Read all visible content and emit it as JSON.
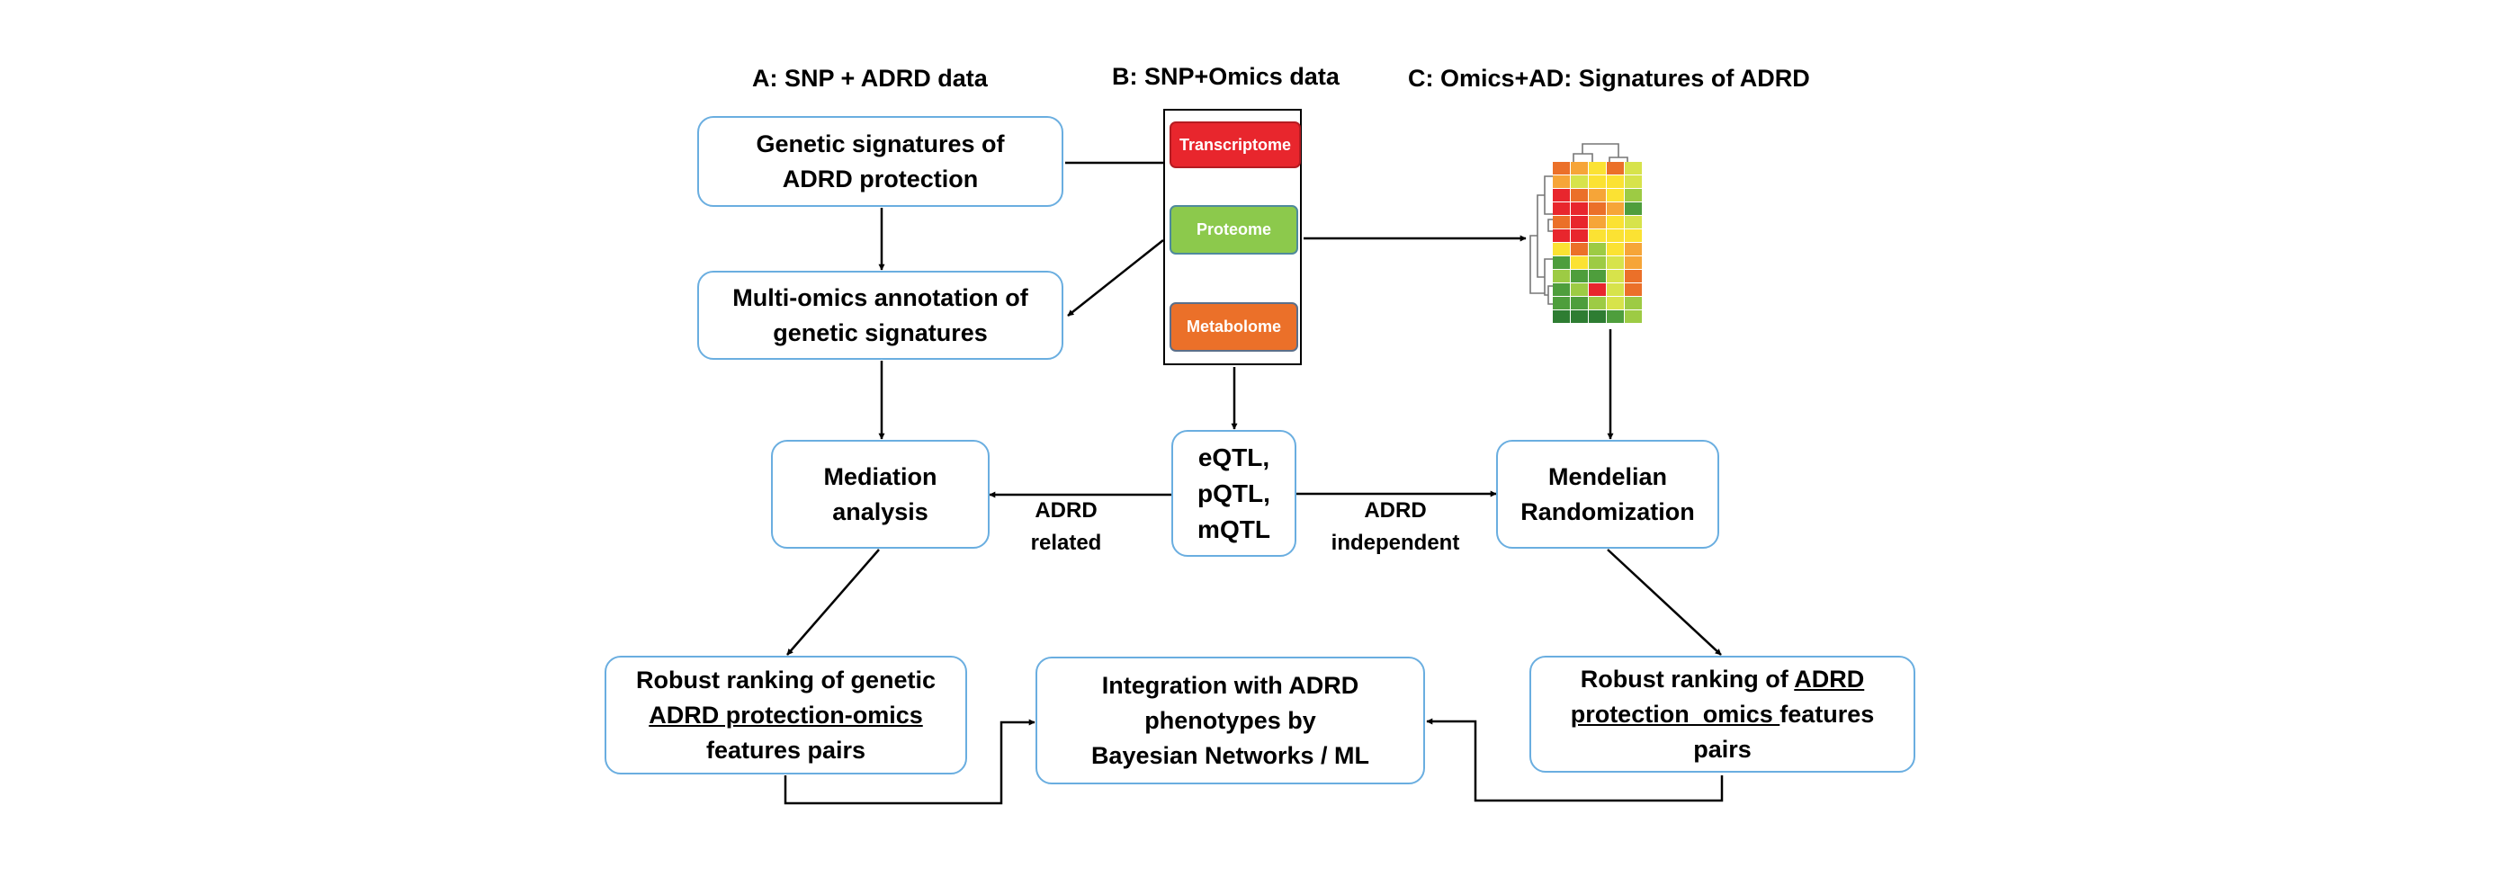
{
  "headers": {
    "a": "A: SNP + ADRD data",
    "b": "B: SNP+Omics data",
    "c": "C: Omics+AD: Signatures of ADRD"
  },
  "boxes": {
    "genetic_signatures": [
      "Genetic signatures of",
      "ADRD protection"
    ],
    "multi_omics": [
      "Multi-omics annotation of",
      "genetic signatures"
    ],
    "mediation": [
      "Mediation",
      "analysis"
    ],
    "qtl": [
      "eQTL,",
      "pQTL,",
      "mQTL"
    ],
    "mendelian": [
      "Mendelian",
      "Randomization"
    ],
    "ranking_genetic": {
      "line1": "Robust ranking of genetic",
      "line2": "ADRD protection-omics",
      "line3": "features pairs"
    },
    "integration": [
      "Integration with ADRD",
      "phenotypes by",
      "Bayesian Networks / ML"
    ],
    "ranking_omics": {
      "line1_plain": "Robust ranking of ",
      "line1_underlined": "ADRD",
      "line2_underlined": "protection  omics ",
      "line2_plain": "features",
      "line3": "pairs"
    }
  },
  "omics_layers": {
    "transcriptome": "Transcriptome",
    "proteome": "Proteome",
    "metabolome": "Metabolome"
  },
  "edge_labels": {
    "related": [
      "ADRD",
      "related"
    ],
    "independent": [
      "ADRD",
      "independent"
    ]
  },
  "colors": {
    "box_border": "#6aaee0",
    "transcriptome": "#e8262d",
    "proteome": "#8cc94c",
    "metabolome": "#eb7029",
    "heatmap_palette": [
      "#e8262d",
      "#eb7029",
      "#f6a538",
      "#fbe233",
      "#d7e34b",
      "#9dcb44",
      "#4e9e3c",
      "#2e7d32"
    ]
  },
  "heatmap": {
    "rows": 12,
    "cols": 5,
    "cells": [
      [
        1,
        2,
        3,
        1,
        4
      ],
      [
        2,
        4,
        3,
        3,
        4
      ],
      [
        0,
        1,
        2,
        3,
        5
      ],
      [
        0,
        0,
        1,
        2,
        6
      ],
      [
        1,
        0,
        2,
        3,
        4
      ],
      [
        0,
        0,
        3,
        3,
        3
      ],
      [
        3,
        1,
        5,
        3,
        2
      ],
      [
        6,
        3,
        5,
        4,
        2
      ],
      [
        5,
        6,
        6,
        4,
        1
      ],
      [
        6,
        5,
        0,
        4,
        1
      ],
      [
        6,
        6,
        5,
        4,
        5
      ],
      [
        7,
        7,
        7,
        6,
        5
      ]
    ]
  }
}
